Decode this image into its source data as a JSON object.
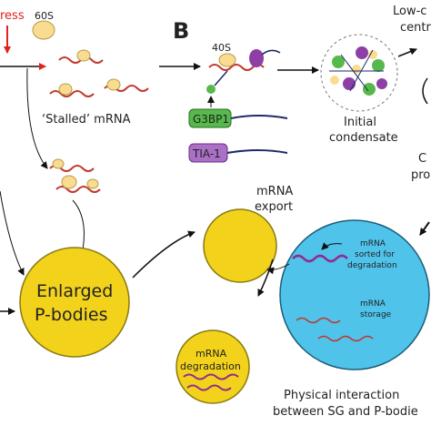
{
  "panel_label": "B",
  "labels": {
    "stress": "ress",
    "ribosome_60s": "60S",
    "ribosome_40s": "40S",
    "stalled_mrna": "‘Stalled’ mRNA",
    "g3bp1": "G3BP1",
    "tia1": "TIA-1",
    "initial_condensate": [
      "Initial",
      "condensate"
    ],
    "low_c": [
      "Low-c",
      "centra"
    ],
    "c_pro": [
      "C",
      "pro"
    ],
    "mrna_export": [
      "mRNA",
      "export"
    ],
    "enlarged_pbodies": [
      "Enlarged",
      "P-bodies"
    ],
    "mrna_sorted": [
      "mRNA",
      "sorted for",
      "degradation"
    ],
    "mrna_storage": [
      "mRNA",
      "storage"
    ],
    "mrna_degradation": [
      "mRNA",
      "degradation"
    ],
    "physical_interaction": [
      "Physical interaction",
      "between SG and P-bodie"
    ]
  },
  "colors": {
    "pbody_yellow": "#f2d21b",
    "sg_blue": "#4fc3ea",
    "ribosome": "#f9dc8f",
    "g3bp1_green": "#56b94b",
    "tia1_purple": "#8e3fa6",
    "mrna_red": "#c0392b",
    "mrna_purple": "#8e2d8e",
    "arrow": "#111111",
    "stress_red": "#e0221c"
  }
}
